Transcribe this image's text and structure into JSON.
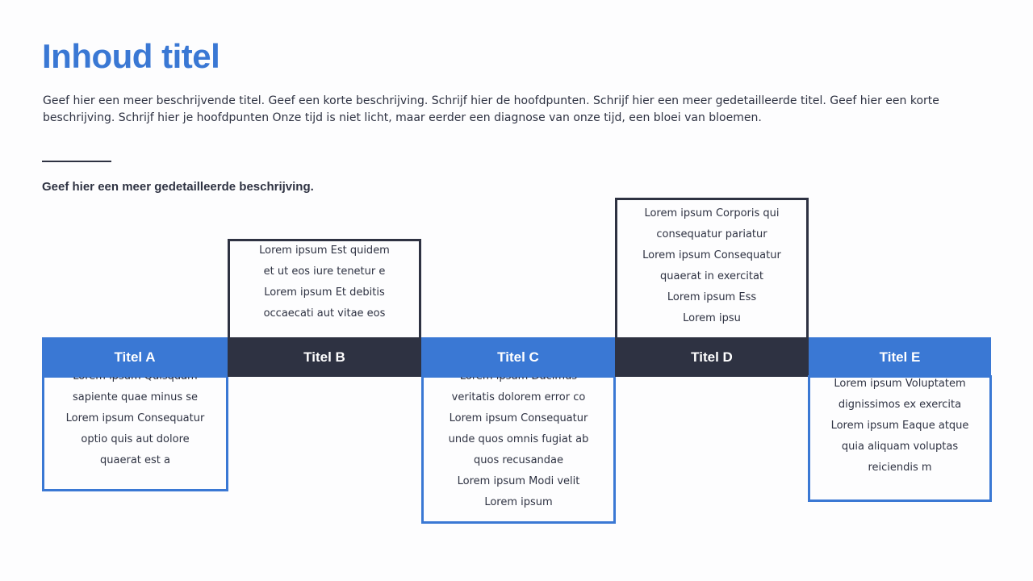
{
  "page": {
    "title": "Inhoud titel",
    "intro": "Geef hier een meer beschrijvende titel. Geef een korte beschrijving. Schrijf hier de hoofdpunten. Schrijf hier een meer gedetailleerde titel. Geef hier een korte beschrijving. Schrijf hier je hoofdpunten Onze tijd is niet licht, maar eerder een diagnose van onze tijd, een bloei van bloemen.",
    "subheading": "Geef hier een meer gedetailleerde beschrijving."
  },
  "colors": {
    "accent": "#3a78d4",
    "dark": "#2e3242",
    "background": "#fdfdfe"
  },
  "timeline": [
    {
      "title": "Titel A",
      "style": "blue",
      "text_position": "below",
      "text": "Lorem ipsum Quisquam\nsapiente quae minus se\nLorem ipsum Consequatur\noptio quis aut dolore\nquaerat est a"
    },
    {
      "title": "Titel B",
      "style": "dark",
      "text_position": "above",
      "text": "Lorem ipsum Est quidem\net ut eos iure tenetur e\nLorem ipsum Et debitis\noccaecati aut vitae eos"
    },
    {
      "title": "Titel C",
      "style": "blue",
      "text_position": "below",
      "text": "Lorem ipsum Ducimus\nveritatis dolorem error co\nLorem ipsum Consequatur\nunde quos omnis fugiat ab\nquos recusandae\nLorem ipsum Modi velit\nLorem ipsum"
    },
    {
      "title": "Titel D",
      "style": "dark",
      "text_position": "above",
      "text": "Lorem ipsum Corporis qui\nconsequatur pariatur\nLorem ipsum Consequatur\nquaerat in exercitat\nLorem ipsum Ess\nLorem ipsu"
    },
    {
      "title": "Titel E",
      "style": "blue",
      "text_position": "below",
      "text": "Lorem ipsum Voluptatem\ndignissimos ex exercita\nLorem ipsum Eaque atque\nquia aliquam voluptas\nreiciendis m"
    }
  ]
}
